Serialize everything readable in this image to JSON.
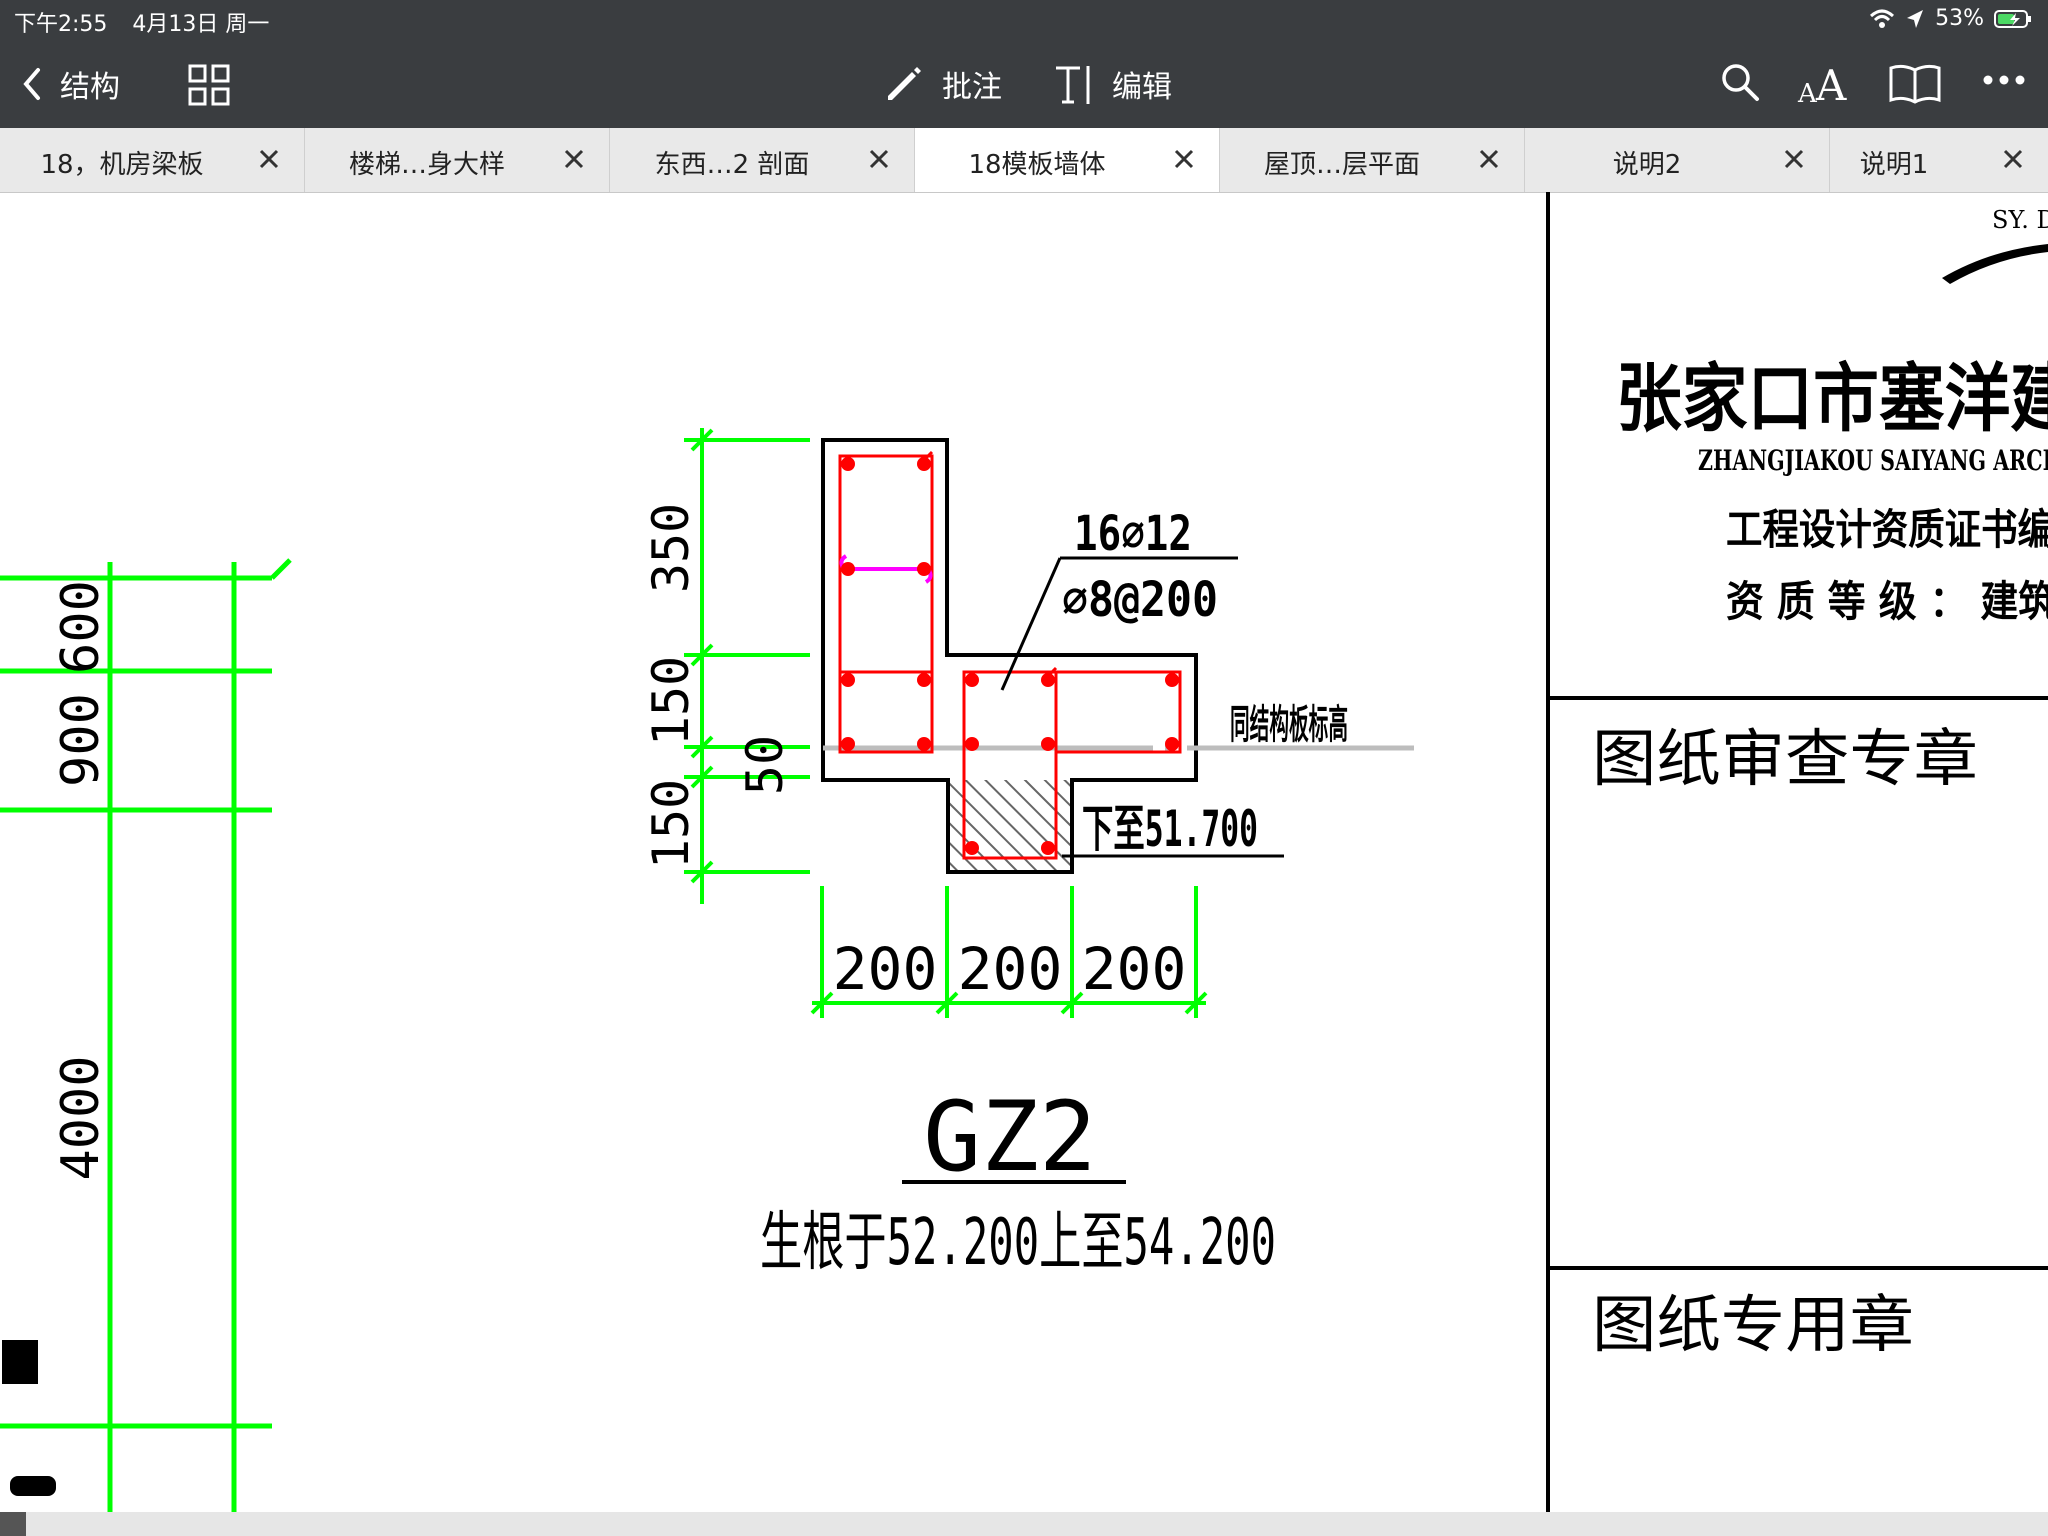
{
  "status": {
    "time": "下午2:55",
    "date": "4月13日 周一",
    "battery": "53%"
  },
  "toolbar": {
    "back_label": "结构",
    "annotate_label": "批注",
    "edit_label": "编辑",
    "font_icon_text": "AA"
  },
  "tabs": [
    {
      "label": "18，机房梁板"
    },
    {
      "label": "楼梯…身大样"
    },
    {
      "label": "东西…2 剖面"
    },
    {
      "label": "18模板墙体"
    },
    {
      "label": "屋顶…层平面"
    },
    {
      "label": "说明2"
    },
    {
      "label": "说明1"
    }
  ],
  "drawing": {
    "left_dims": [
      "600",
      "900",
      "4000"
    ],
    "vert_dims": [
      "350",
      "150",
      "50",
      "150"
    ],
    "horiz_dims": [
      "200",
      "200",
      "200"
    ],
    "rebar_main": "16⌀12",
    "rebar_stirrup": "⌀8@200",
    "label_side": "同结构板标高",
    "label_bottom_elev": "下至51.700",
    "column_name": "GZ2",
    "column_range": "生根于52.200上至54.200",
    "logo_text": "SY. D",
    "company_name": "张家口市塞洋建",
    "company_en": "ZHANGJIAKOU SAIYANG ARCH",
    "cert_line": "工程设计资质证书编",
    "grade_line": "资 质 等 级 ： 建筑",
    "stamp_review": "图纸审查专章",
    "stamp_special": "图纸专用章"
  },
  "colors": {
    "chrome": "#3a3d40",
    "dim_green": "#00ff00",
    "rebar_red": "#ff0000",
    "tie_magenta": "#ff00ff"
  }
}
